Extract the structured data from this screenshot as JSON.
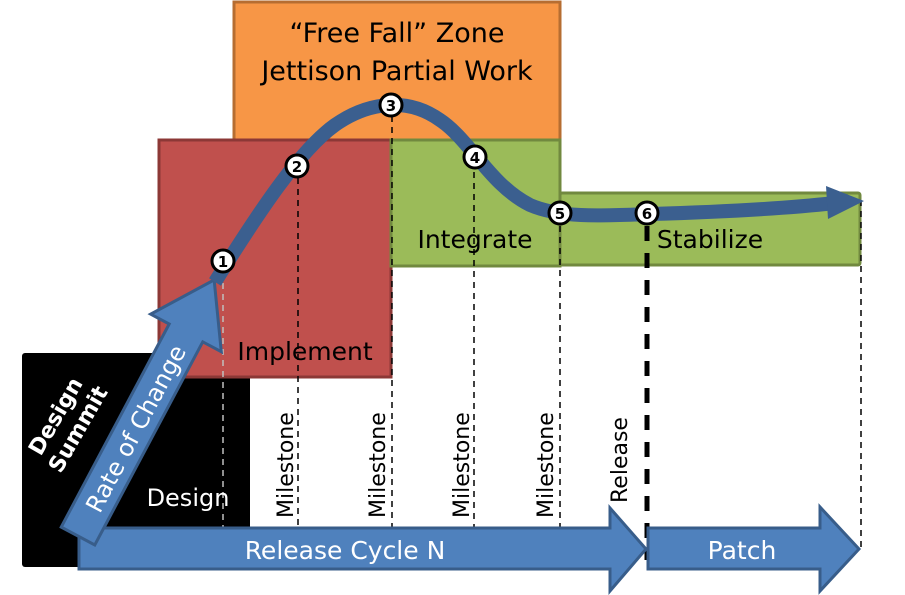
{
  "diagram": {
    "zones": {
      "free_fall": {
        "line1": "“Free Fall” Zone",
        "line2": "Jettison Partial Work",
        "fill": "#F79646",
        "stroke": "#B66D31"
      },
      "implement": {
        "label": "Implement",
        "fill": "#C0504D",
        "stroke": "#8C3836"
      },
      "integrate": {
        "label": "Integrate",
        "fill": "#9BBB59",
        "stroke": "#71893F"
      },
      "stabilize": {
        "label": "Stabilize",
        "fill": "#9BBB59",
        "stroke": "#71893F"
      },
      "design_summit": {
        "label_line1": "Design",
        "label_line2": "Summit",
        "fill": "#000000"
      },
      "design": {
        "label": "Design"
      }
    },
    "curve": {
      "color": "#3B5F8F"
    },
    "points": [
      "1",
      "2",
      "3",
      "4",
      "5",
      "6"
    ],
    "milestones": [
      "Milestone",
      "Milestone",
      "Milestone",
      "Milestone"
    ],
    "release_label": "Release",
    "arrows": {
      "rate_of_change": {
        "label": "Rate of Change",
        "fill": "#4F81BD",
        "stroke": "#385D8A"
      },
      "release_cycle": {
        "label": "Release Cycle N",
        "fill": "#4F81BD",
        "stroke": "#385D8A"
      },
      "patch": {
        "label": "Patch",
        "fill": "#4F81BD",
        "stroke": "#385D8A"
      }
    }
  }
}
